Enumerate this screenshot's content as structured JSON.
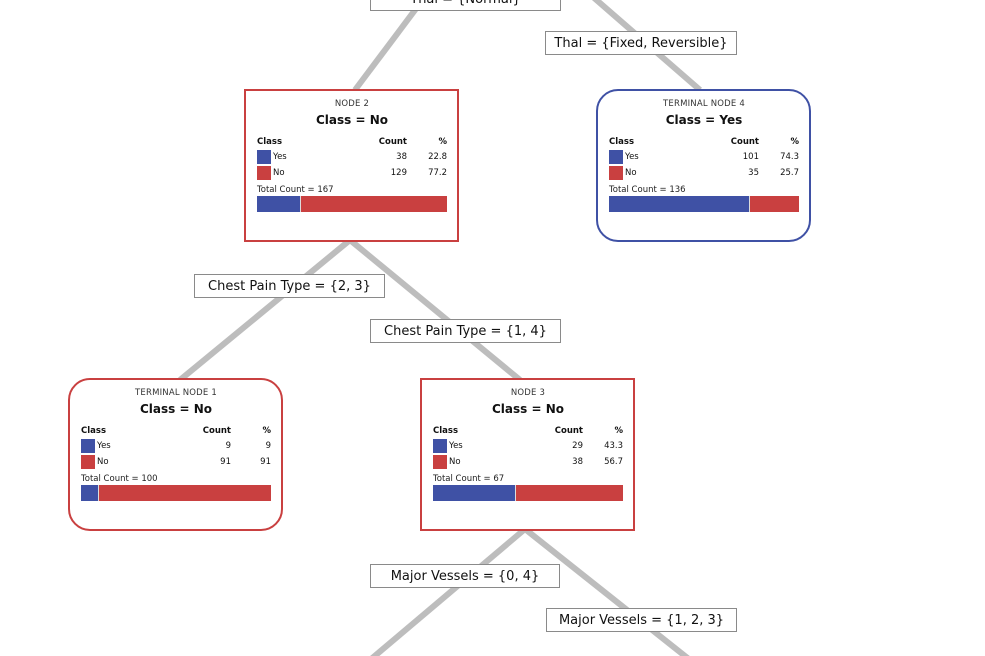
{
  "colors": {
    "yes": "#3f51a5",
    "no": "#c94040",
    "line": "#bdbdbd"
  },
  "splits": {
    "thal_normal": "Thal = {Normal}",
    "thal_fixed": "Thal = {Fixed, Reversible}",
    "cp_23": "Chest Pain Type = {2, 3}",
    "cp_14": "Chest Pain Type = {1, 4}",
    "mv_04": "Major Vessels = {0, 4}",
    "mv_123": "Major Vessels = {1, 2, 3}"
  },
  "table_headers": {
    "class": "Class",
    "count": "Count",
    "pct": "%"
  },
  "nodes": {
    "node2": {
      "title": "NODE 2",
      "class": "Class = No",
      "yes_label": "Yes",
      "no_label": "No",
      "yes_count": "38",
      "yes_pct": "22.8",
      "no_count": "129",
      "no_pct": "77.2",
      "total": "Total Count = 167",
      "yes_frac": 0.228
    },
    "tnode4": {
      "title": "TERMINAL NODE 4",
      "class": "Class = Yes",
      "yes_label": "Yes",
      "no_label": "No",
      "yes_count": "101",
      "yes_pct": "74.3",
      "no_count": "35",
      "no_pct": "25.7",
      "total": "Total Count = 136",
      "yes_frac": 0.743
    },
    "tnode1": {
      "title": "TERMINAL NODE 1",
      "class": "Class = No",
      "yes_label": "Yes",
      "no_label": "No",
      "yes_count": "9",
      "yes_pct": "9",
      "no_count": "91",
      "no_pct": "91",
      "total": "Total Count = 100",
      "yes_frac": 0.09
    },
    "node3": {
      "title": "NODE 3",
      "class": "Class = No",
      "yes_label": "Yes",
      "no_label": "No",
      "yes_count": "29",
      "yes_pct": "43.3",
      "no_count": "38",
      "no_pct": "56.7",
      "total": "Total Count = 67",
      "yes_frac": 0.433
    }
  }
}
